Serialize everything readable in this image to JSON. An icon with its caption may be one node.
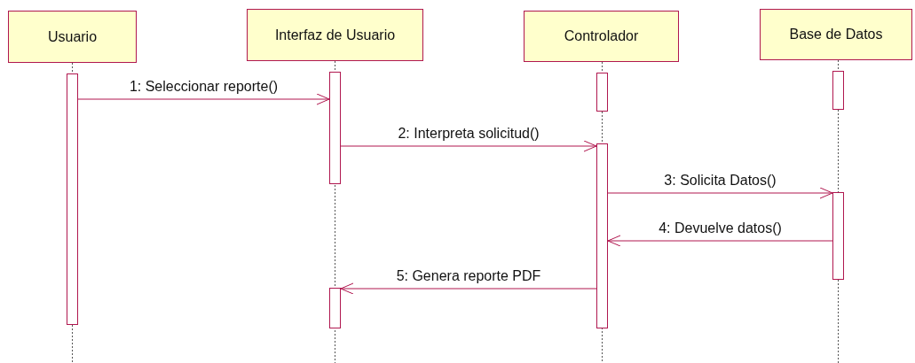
{
  "diagram": {
    "nodes": [
      {
        "text": [
          "Usuario"
        ]
      },
      {
        "text": [
          "Interfaz de Usuario"
        ]
      },
      {
        "text": [
          "Controlador"
        ]
      },
      {
        "text": [
          "Base de Datos"
        ]
      },
      {
        "text": [],
        "shape": "bar"
      },
      {
        "text": [],
        "shape": "bar"
      },
      {
        "text": [],
        "shape": "bar"
      },
      {
        "text": [],
        "shape": "bar"
      },
      {
        "text": [],
        "shape": "bar"
      },
      {
        "text": [],
        "shape": "bar"
      },
      {
        "text": [],
        "shape": "bar"
      }
    ],
    "edges": [
      {
        "from": 4,
        "to": 5,
        "arrow": "to",
        "label": "1: Seleccionar reporte()"
      },
      {
        "from": 5,
        "to": 8,
        "arrow": "to",
        "label": "2: Interpreta solicitud()"
      },
      {
        "from": 8,
        "to": 10,
        "arrow": "to",
        "label": "3: Solicita Datos()"
      },
      {
        "from": 10,
        "to": 8,
        "arrow": "to",
        "label": "4: Devuelve datos()"
      },
      {
        "from": 8,
        "to": 6,
        "arrow": "to",
        "label": "5: Genera reporte PDF"
      }
    ]
  }
}
